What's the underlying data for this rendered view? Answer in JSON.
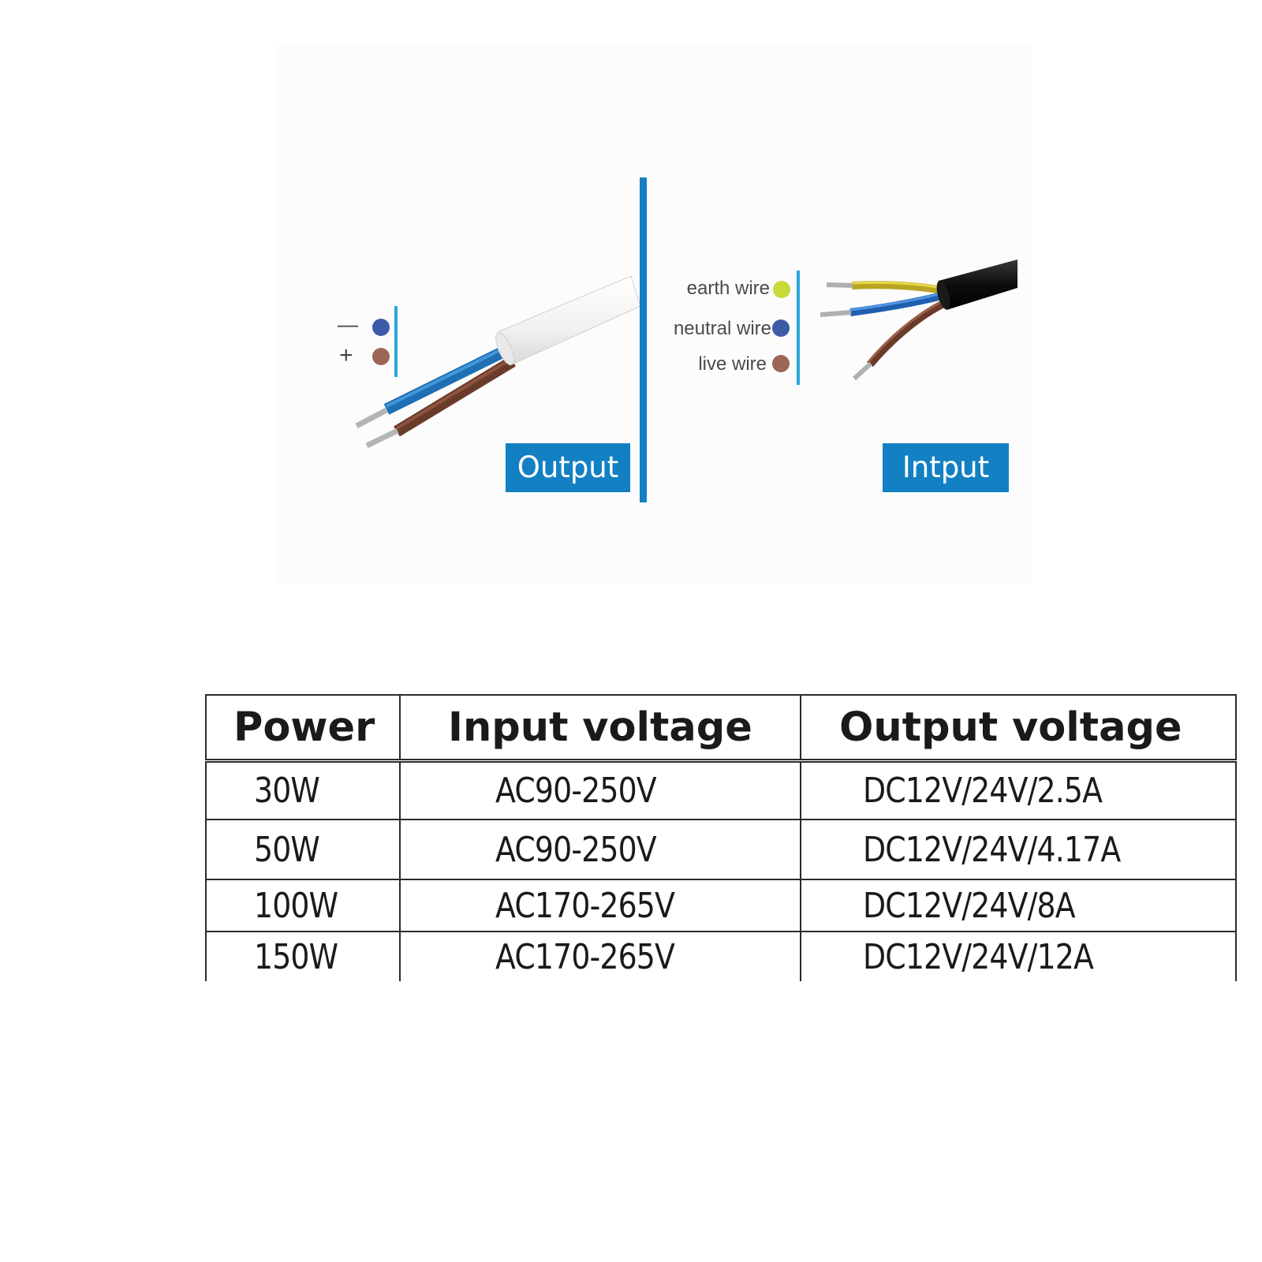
{
  "diagram": {
    "output_side": {
      "polarity_minus": "—",
      "polarity_plus": "+",
      "minus_color": "#3d5ba8",
      "plus_color": "#9b6656",
      "cable_color": "#ffffff",
      "tag": "Output"
    },
    "input_side": {
      "wires": [
        {
          "label": "earth wire",
          "color": "#c8d93a"
        },
        {
          "label": "neutral wire",
          "color": "#3d5ba8"
        },
        {
          "label": "live wire",
          "color": "#9b6656"
        }
      ],
      "cable_color": "#111111",
      "tag": "Intput"
    },
    "divider_color": "#1380c4"
  },
  "table": {
    "headers": [
      "Power",
      "Input voltage",
      "Output voltage"
    ],
    "rows": [
      [
        "30W",
        "AC90-250V",
        "DC12V/24V/2.5A"
      ],
      [
        "50W",
        "AC90-250V",
        "DC12V/24V/4.17A"
      ],
      [
        "100W",
        "AC170-265V",
        "DC12V/24V/8A"
      ],
      [
        "150W",
        "AC170-265V",
        "DC12V/24V/12A"
      ]
    ]
  }
}
